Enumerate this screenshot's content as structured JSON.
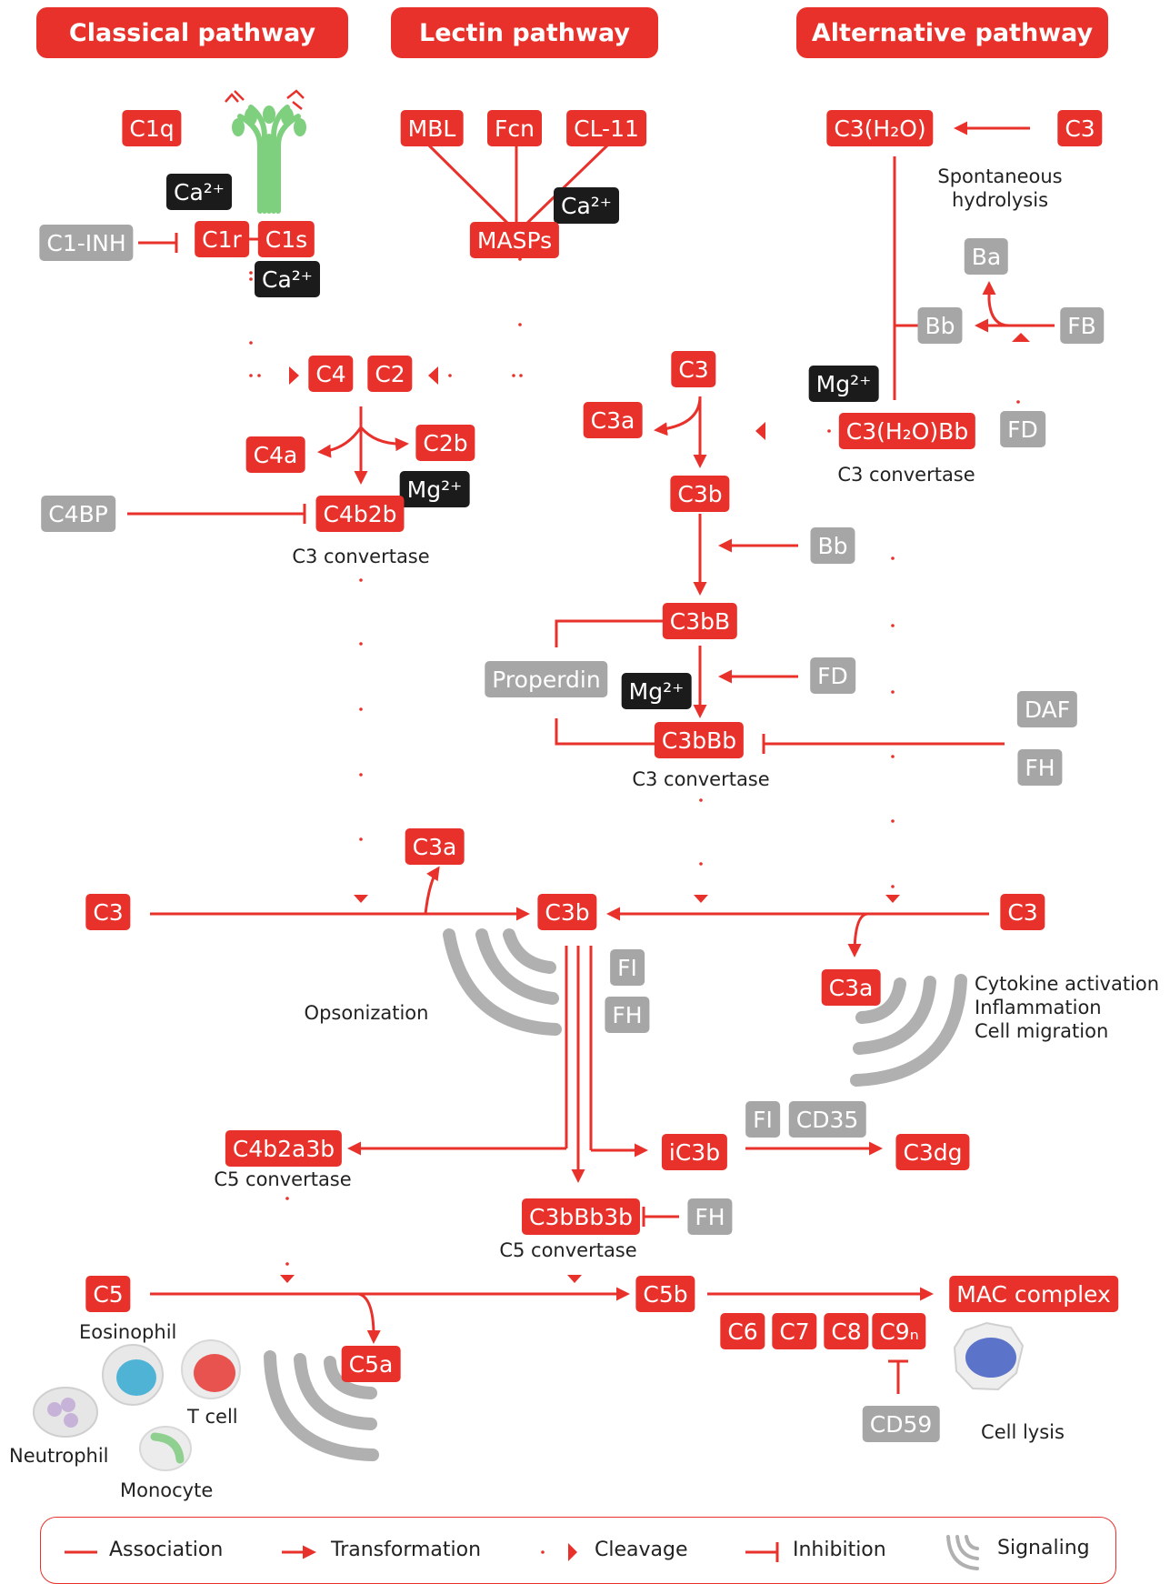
{
  "headers": {
    "classical": "Classical pathway",
    "lectin": "Lectin pathway",
    "alternative": "Alternative pathway"
  },
  "nodes": {
    "c1q": "C1q",
    "ca_1": "Ca²⁺",
    "c1inh": "C1-INH",
    "c1r": "C1r",
    "c1s": "C1s",
    "ca_2": "Ca²⁺",
    "mbl": "MBL",
    "fcn": "Fcn",
    "cl11": "CL-11",
    "ca_3": "Ca²⁺",
    "masps": "MASPs",
    "c3h2o": "C3(H₂O)",
    "c3_alt_top": "C3",
    "ba": "Ba",
    "bb_1": "Bb",
    "fb": "FB",
    "mg_1": "Mg²⁺",
    "c3h2obb": "C3(H₂O)Bb",
    "fd_1": "FD",
    "c4": "C4",
    "c2": "C2",
    "c4a": "C4a",
    "c2b": "C2b",
    "mg_2": "Mg²⁺",
    "c4bp": "C4BP",
    "c4b2b": "C4b2b",
    "c3_mid": "C3",
    "c3a_mid": "C3a",
    "c3b_mid": "C3b",
    "bb_2": "Bb",
    "c3bb": "C3bB",
    "properdin": "Properdin",
    "mg_3": "Mg²⁺",
    "fd_2": "FD",
    "c3bbb": "C3bBb",
    "daf": "DAF",
    "fh_1": "FH",
    "c3a_left": "C3a",
    "c3_left": "C3",
    "c3b_center": "C3b",
    "c3_right": "C3",
    "c3a_right": "C3a",
    "fi_1": "FI",
    "fh_2": "FH",
    "c4b2a3b": "C4b2a3b",
    "ic3b": "iC3b",
    "fi_2": "FI",
    "cd35": "CD35",
    "c3dg": "C3dg",
    "c3bbb3b": "C3bBb3b",
    "fh_3": "FH",
    "c5": "C5",
    "c5b": "C5b",
    "mac": "MAC complex",
    "c5a": "C5a",
    "c6": "C6",
    "c7": "C7",
    "c8": "C8",
    "c9n": "C9ₙ",
    "cd59": "CD59"
  },
  "labels": {
    "spontaneous": "Spontaneous\nhydrolysis",
    "c3conv_alt": "C3 convertase",
    "c3conv_classical": "C3 convertase",
    "c3conv_mid": "C3 convertase",
    "opsonization": "Opsonization",
    "cytokine": "Cytokine activation\nInflammation\nCell migration",
    "c5conv_left": "C5 convertase",
    "c5conv_mid": "C5 convertase",
    "eosinophil": "Eosinophil",
    "tcell": "T cell",
    "neutrophil": "Neutrophil",
    "monocyte": "Monocyte",
    "celllysis": "Cell lysis"
  },
  "legend": {
    "association": "Association",
    "transformation": "Transformation",
    "cleavage": "Cleavage",
    "inhibition": "Inhibition",
    "signaling": "Signaling"
  },
  "colors": {
    "accent": "#e8312b",
    "regulator": "#a6a6a6",
    "ion": "#1b1b1b",
    "signal": "#b0b0b0"
  }
}
